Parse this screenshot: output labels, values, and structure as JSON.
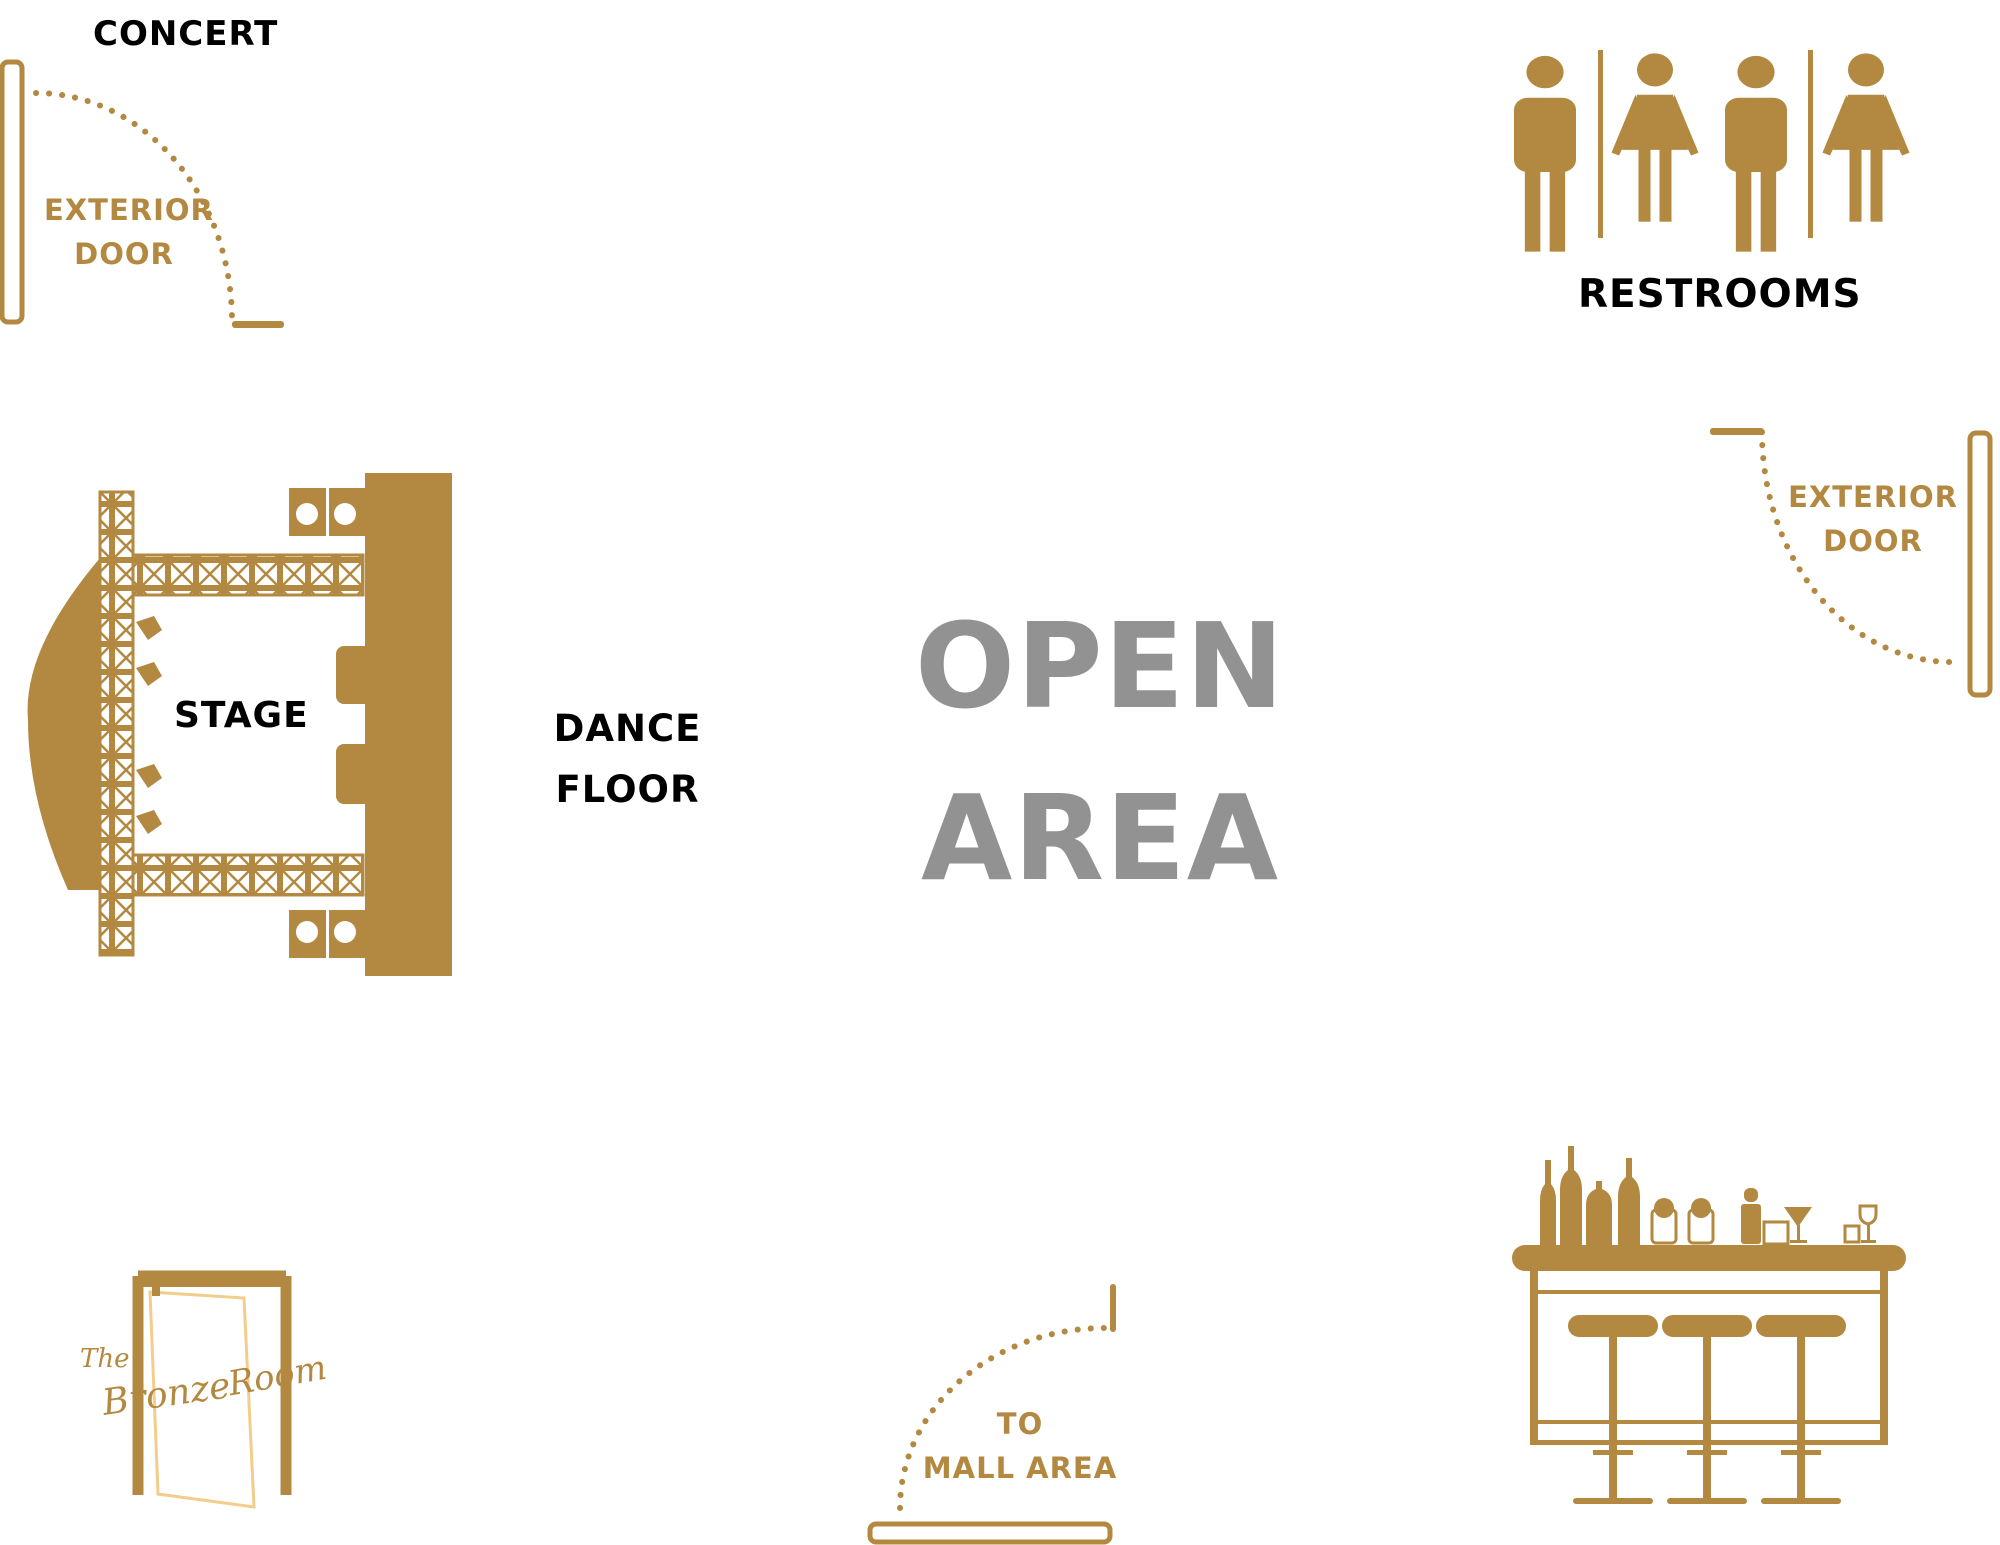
{
  "colors": {
    "bronze": "#b38840",
    "light_bronze": "#f3cd8b",
    "open_area": "#929292",
    "text": "#000000"
  },
  "labels": {
    "concert": "CONCERT",
    "exterior_door_left": [
      "EXTERIOR",
      "DOOR"
    ],
    "restrooms": "RESTROOMS",
    "exterior_door_right": [
      "EXTERIOR",
      "DOOR"
    ],
    "stage": "STAGE",
    "dance_floor": [
      "DANCE",
      "FLOOR"
    ],
    "open_area": [
      "OPEN",
      "AREA"
    ],
    "to_mall_area": [
      "TO",
      "MALL AREA"
    ]
  },
  "logo": {
    "the": "The",
    "bronze": "Bronze",
    "room": "Room"
  },
  "icons": [
    "men-restroom-icon",
    "women-restroom-icon",
    "men-restroom-icon",
    "women-restroom-icon",
    "stage-truss-icon",
    "bar-counter-icon",
    "door-swing-icon",
    "bronze-room-logo"
  ]
}
